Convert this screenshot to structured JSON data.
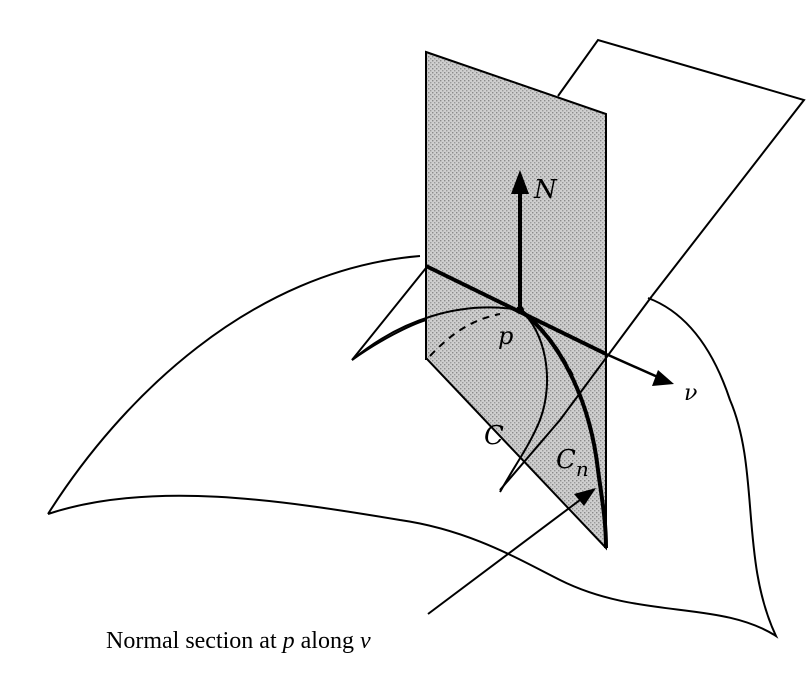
{
  "labels": {
    "normal_vector": "N",
    "point": "p",
    "direction": "ν",
    "curve": "C",
    "normal_curve_base": "C",
    "normal_curve_sub": "n"
  },
  "caption": {
    "prefix": "Normal section at ",
    "point": "p",
    "middle": " along ",
    "direction": "ν"
  },
  "colors": {
    "stroke": "#000000",
    "plane_shade": "#bdbdbd",
    "background": "#ffffff"
  }
}
